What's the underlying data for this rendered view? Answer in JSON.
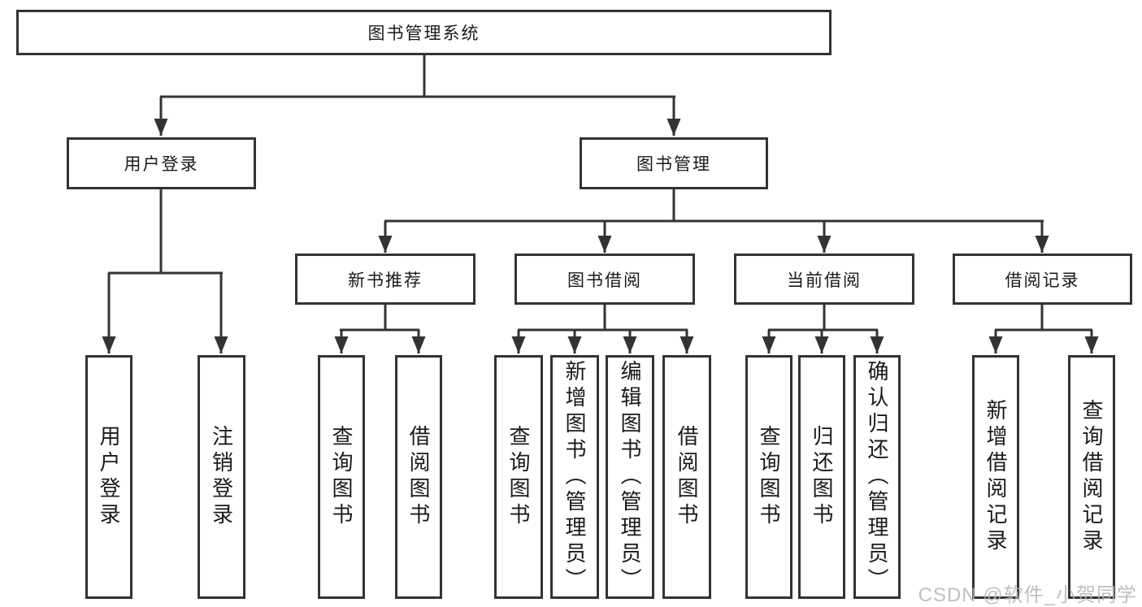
{
  "diagram": {
    "root": {
      "label": "图书管理系统"
    },
    "branches": [
      {
        "label": "用户登录",
        "children": [
          {
            "label": "用户登录"
          },
          {
            "label": "注销登录"
          }
        ]
      },
      {
        "label": "图书管理",
        "children": [
          {
            "label": "新书推荐",
            "children": [
              {
                "label": "查询图书"
              },
              {
                "label": "借阅图书"
              }
            ]
          },
          {
            "label": "图书借阅",
            "children": [
              {
                "label": "查询图书"
              },
              {
                "label": "新增图书（管理员）"
              },
              {
                "label": "编辑图书（管理员）"
              },
              {
                "label": "借阅图书"
              }
            ]
          },
          {
            "label": "当前借阅",
            "children": [
              {
                "label": "查询图书"
              },
              {
                "label": "归还图书"
              },
              {
                "label": "确认归还（管理员）"
              }
            ]
          },
          {
            "label": "借阅记录",
            "children": [
              {
                "label": "新增借阅记录"
              },
              {
                "label": "查询借阅记录"
              }
            ]
          }
        ]
      }
    ]
  },
  "watermark": {
    "text": "CSDN @软件_小贺同学"
  },
  "colors": {
    "line": "#333333",
    "box_border": "#333333",
    "box_bg": "#ffffff",
    "text": "#1a1a1a",
    "watermark": "#b5b5b5"
  }
}
